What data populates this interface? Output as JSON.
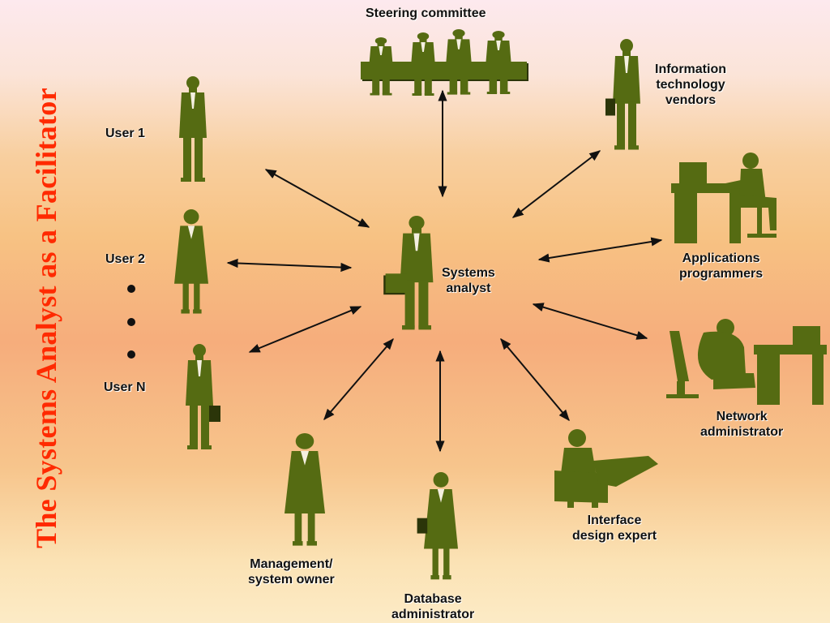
{
  "title": "The Systems Analyst as a Facilitator",
  "center": {
    "line1": "Systems",
    "line2": "analyst"
  },
  "roles": {
    "steering": "Steering committee",
    "it_vendors": {
      "line1": "Information",
      "line2": "technology",
      "line3": "vendors"
    },
    "app_programmers": {
      "line1": "Applications",
      "line2": "programmers"
    },
    "network_admin": {
      "line1": "Network",
      "line2": "administrator"
    },
    "interface_expert": {
      "line1": "Interface",
      "line2": "design expert"
    },
    "db_admin": {
      "line1": "Database",
      "line2": "administrator"
    },
    "management": {
      "line1": "Management/",
      "line2": "system owner"
    },
    "user1": "User 1",
    "user2": "User 2",
    "userN": "User N"
  },
  "colors": {
    "title": "#ff2a00",
    "figure": "#556b12",
    "figure_shadow": "#2b3509",
    "arrow": "#111111",
    "label": "#111111"
  }
}
